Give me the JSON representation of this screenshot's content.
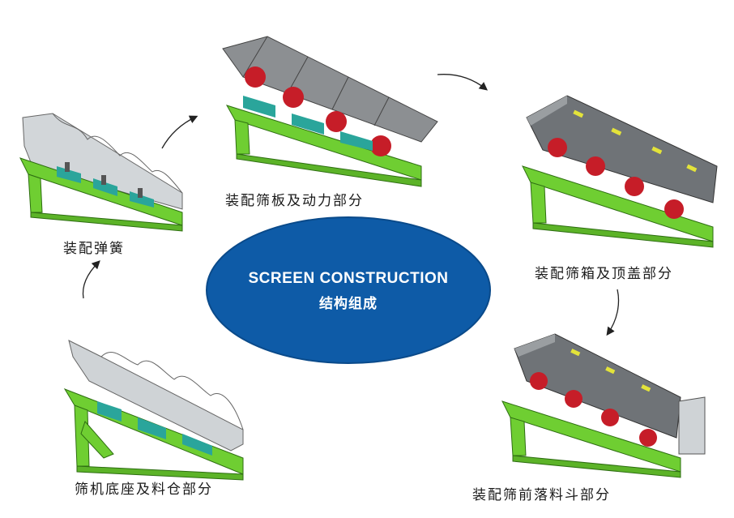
{
  "center": {
    "title": "SCREEN CONSTRUCTION",
    "subtitle": "结构组成",
    "fill_color": "#0e5ba7"
  },
  "steps": [
    {
      "label": "筛机底座及料仓部分"
    },
    {
      "label": "装配弹簧"
    },
    {
      "label": "装配筛板及动力部分"
    },
    {
      "label": "装配筛箱及顶盖部分"
    },
    {
      "label": "装配筛前落料斗部分"
    }
  ],
  "colors": {
    "base_green": "#6fce32",
    "plate_teal": "#2aa59b",
    "motor_red": "#c61d28",
    "panel_gray": "#8c8f92",
    "box_gray": "#6f7377",
    "hopper_gray": "#cfd3d6",
    "vent_yellow": "#e3e33a"
  }
}
